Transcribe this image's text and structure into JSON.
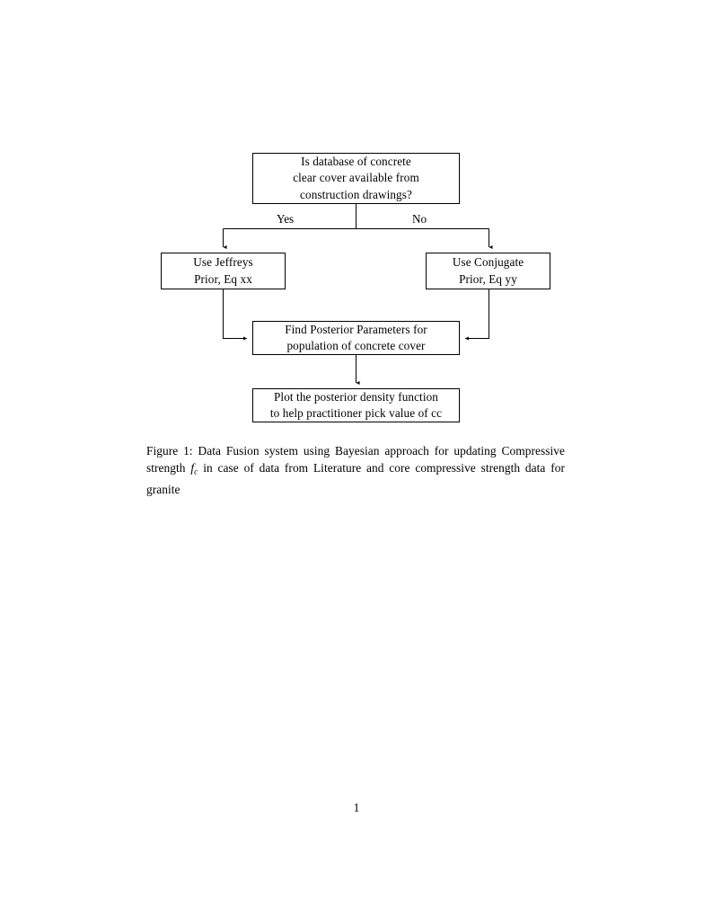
{
  "document": {
    "page_number": "1",
    "background_color": "#ffffff",
    "text_color": "#000000"
  },
  "figure": {
    "nodes": [
      {
        "id": "question",
        "name": "decision-node-database-available",
        "lines": [
          "Is database of concrete",
          "clear cover available from",
          "construction drawings?"
        ]
      },
      {
        "id": "jeffreys",
        "name": "process-node-jeffreys-prior",
        "lines": [
          "Use Jeffreys",
          "Prior, Eq xx"
        ]
      },
      {
        "id": "conjugate",
        "name": "process-node-conjugate-prior",
        "lines": [
          "Use Conjugate",
          "Prior, Eq yy"
        ]
      },
      {
        "id": "posterior",
        "name": "process-node-find-posterior-parameters",
        "lines": [
          "Find Posterior Parameters for",
          "population of concrete cover"
        ]
      },
      {
        "id": "plot",
        "name": "process-node-plot-posterior-density",
        "lines": [
          "Plot the posterior density function",
          "to help practitioner pick value of cc"
        ]
      }
    ],
    "edge_labels": {
      "yes": "Yes",
      "no": "No"
    }
  },
  "caption": {
    "label": "Figure 1:",
    "text_before_math": " Data Fusion system using Bayesian approach for updating Compressive strength ",
    "math_symbol": "f",
    "math_subscript": "c",
    "text_after_math": " in case of data from Literature and core compressive strength data for granite",
    "full_text": "Figure 1: Data Fusion system using Bayesian approach for updating Compressive strength fc in case of data from Literature and core compressive strength data for granite"
  }
}
